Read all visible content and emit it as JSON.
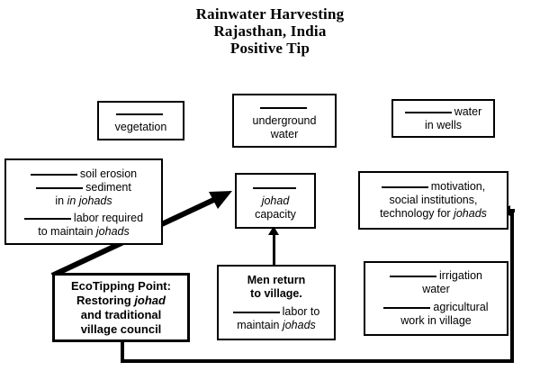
{
  "title": {
    "line1": "Rainwater Harvesting",
    "line2": "Rajasthan, India",
    "line3": "Positive Tip"
  },
  "nodes": {
    "vegetation": {
      "line1": "vegetation"
    },
    "underground_water": {
      "line1": "underground",
      "line2": "water"
    },
    "water_in_wells": {
      "line1": "water",
      "line2": "in wells"
    },
    "erosion_sediment_labor": {
      "line1": "soil erosion",
      "line2": "sediment",
      "line3": "in johads",
      "line4": "labor required",
      "line5": "to maintain johads"
    },
    "johad_capacity": {
      "line1": "johad",
      "line2": "capacity"
    },
    "motivation": {
      "line1": "motivation,",
      "line2": "social institutions,",
      "line3": "technology for johads"
    },
    "ecotipping_point": {
      "line1": "EcoTipping Point:",
      "line2a": "Restoring ",
      "line2b": "johad",
      "line3": "and traditional",
      "line4": "village council"
    },
    "men_return": {
      "line1": "Men return",
      "line2": "to village.",
      "line3": "labor to",
      "line4": "maintain johads"
    },
    "irrigation": {
      "line1": "irrigation",
      "line2": "water",
      "line3": "agricultural",
      "line4": "work in village"
    }
  },
  "connectors": {
    "ecotip_to_capacity": "diagonal-arrow-up-right",
    "men_return_to_capacity": "arrow-up",
    "feedback_loop_to_motivation": "arrow-left"
  },
  "colors": {
    "ink": "#000000",
    "background": "#ffffff"
  }
}
